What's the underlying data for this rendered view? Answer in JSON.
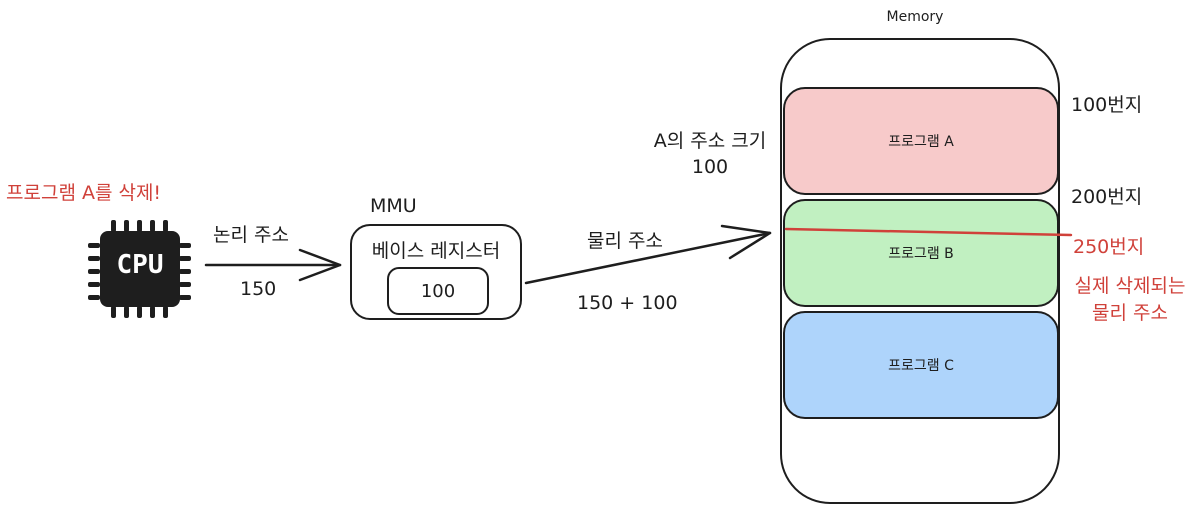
{
  "memory": {
    "title": "Memory",
    "blocks": [
      {
        "label": "프로그램 A",
        "color": "#f7caca"
      },
      {
        "label": "프로그램 B",
        "color": "#c1f0c1"
      },
      {
        "label": "프로그램 C",
        "color": "#aed4fb"
      }
    ],
    "addresses": [
      "100번지",
      "200번지",
      "250번지"
    ],
    "size_label_line1": "A의 주소 크기",
    "size_label_line2": "100",
    "deleted_note_line1": "실제 삭제되는",
    "deleted_note_line2": "물리 주소"
  },
  "cpu": {
    "label": "CPU",
    "delete_note": "프로그램 A를 삭제!"
  },
  "logical": {
    "label": "논리 주소",
    "value": "150"
  },
  "mmu": {
    "title": "MMU",
    "register_label": "베이스 레지스터",
    "register_value": "100"
  },
  "physical": {
    "label": "물리 주소",
    "value": "150 + 100"
  },
  "colors": {
    "annotation": "#d0413a",
    "stroke": "#1e1e1e"
  }
}
